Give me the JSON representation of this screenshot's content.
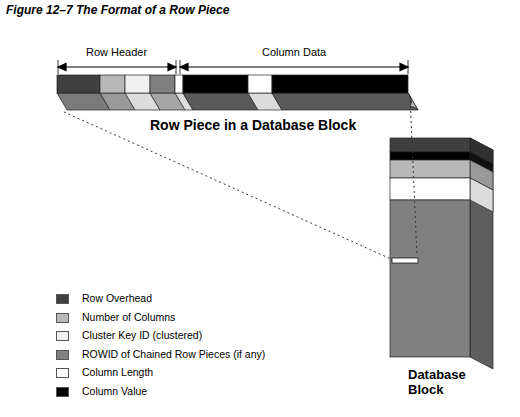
{
  "diagram": {
    "title": "Figure 12–7 The Format of a Row Piece",
    "labels": [
      "Row Header",
      "Column Data",
      "Row Piece in a Database Block",
      "Database Block"
    ],
    "legend": [
      {
        "text": "Row Overhead",
        "color": "#404040"
      },
      {
        "text": "Number of Columns",
        "color": "#b8b8b8"
      },
      {
        "text": "Cluster Key ID (clustered)",
        "color": "#f0f0f0"
      },
      {
        "text": "ROWID of Chained Row Pieces (if any)",
        "color": "#808080"
      },
      {
        "text": "Column Length",
        "color": "#ffffff"
      },
      {
        "text": "Column Value",
        "color": "#000000"
      }
    ]
  }
}
